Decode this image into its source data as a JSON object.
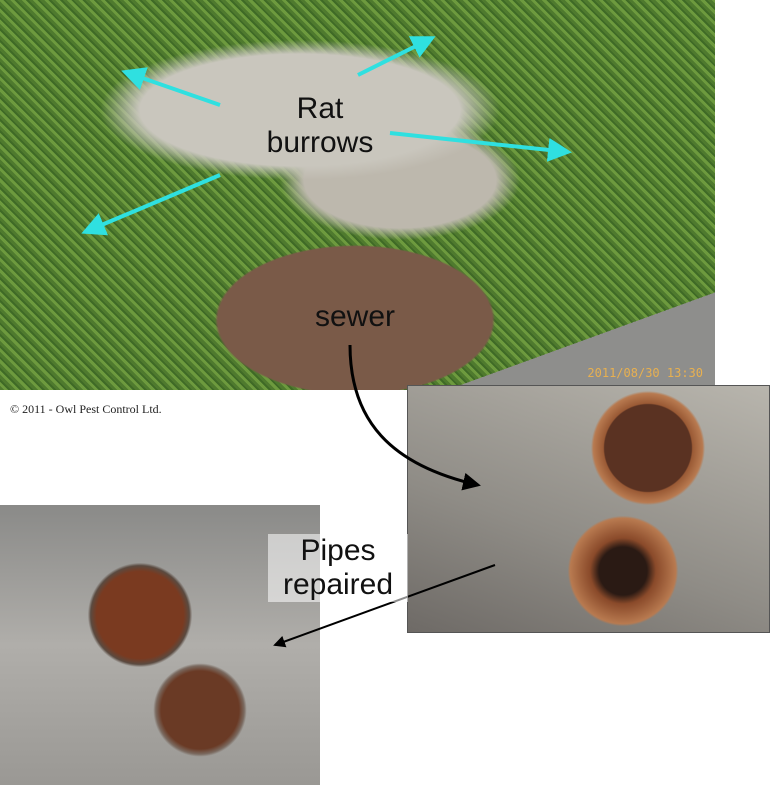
{
  "labels": {
    "rat_burrows_line1": "Rat",
    "rat_burrows_line2": "burrows",
    "sewer": "sewer",
    "pipes_line1": "Pipes",
    "pipes_line2": "repaired"
  },
  "timestamp": "2011/08/30  13:30",
  "copyright": "© 2011 - Owl Pest Control Ltd.",
  "colors": {
    "arrow_cyan": "#2fe0e0",
    "arrow_black": "#000000"
  }
}
